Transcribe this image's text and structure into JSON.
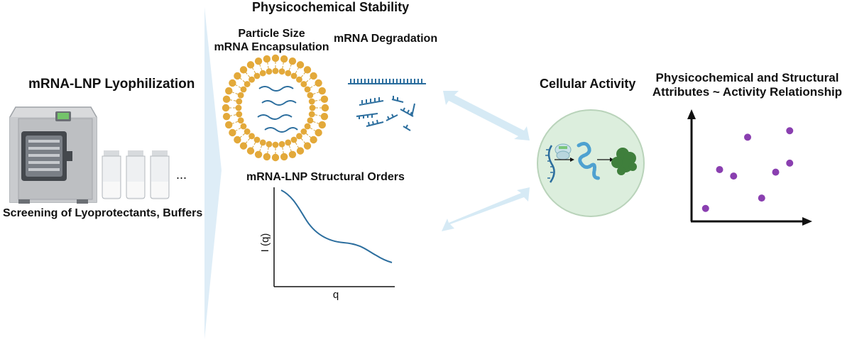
{
  "left": {
    "title": "mRNA-LNP Lyophilization",
    "caption": "Screening of Lyoprotectants, Buffers",
    "ellipsis": "...",
    "icon": "freeze-dryer-with-vials"
  },
  "middle": {
    "title": "Physicochemical Stability",
    "particle_size": "Particle Size",
    "encapsulation": "mRNA Encapsulation",
    "degradation": "mRNA Degradation",
    "structural_title": "mRNA-LNP Structural Orders",
    "plot": {
      "ylabel": "I (q)",
      "xlabel": "q",
      "curve": "monotonic decay with shoulder"
    }
  },
  "cellular": {
    "title": "Cellular Activity",
    "icon": "mRNA-to-protein-translation"
  },
  "right": {
    "title_line1": "Physicochemical and Structural",
    "title_line2": "Attributes ~ Activity Relationship"
  },
  "colors": {
    "lipid_head": "#e3a93a",
    "mrna": "#2c6e9e",
    "arrow": "#d6eaf5",
    "cell_fill": "#dceedd",
    "dot": "#8a3fb0",
    "protein": "#3f7f3c",
    "chevron": "#deedf7"
  },
  "chart_data": {
    "type": "scatter",
    "x": [
      1,
      2,
      3,
      4,
      5,
      6,
      7
    ],
    "y": [
      1,
      4,
      3.5,
      6.5,
      1.8,
      3.8,
      4.5
    ],
    "xlim": [
      0,
      8
    ],
    "ylim": [
      0,
      8
    ],
    "extra_points": [
      [
        7,
        7
      ]
    ]
  }
}
